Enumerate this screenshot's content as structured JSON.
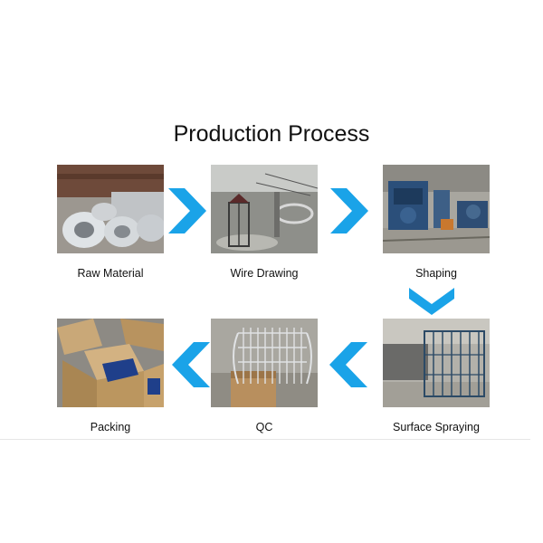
{
  "title": "Production Process",
  "steps": [
    {
      "label": "Raw Material"
    },
    {
      "label": "Wire Drawing"
    },
    {
      "label": "Shaping"
    },
    {
      "label": "Surface Spraying"
    },
    {
      "label": "QC"
    },
    {
      "label": "Packing"
    }
  ],
  "arrow_color": "#1aa3e8",
  "icons": {
    "arrow_right": "chevron-right-icon",
    "arrow_down": "chevron-down-icon",
    "arrow_left": "chevron-left-icon"
  }
}
